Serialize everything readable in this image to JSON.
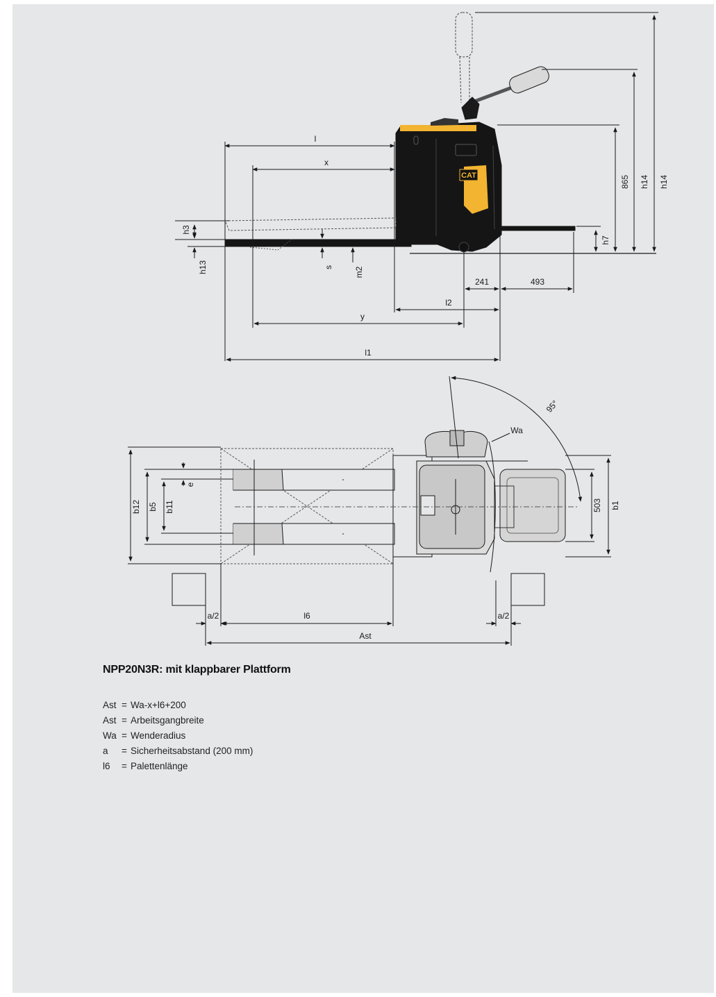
{
  "diagram": {
    "side_view_labels": {
      "l": "l",
      "x": "x",
      "h3": "h3",
      "h13": "h13",
      "s": "s",
      "m2": "m2",
      "h7": "h7",
      "d865": "865",
      "h14_a": "h14",
      "h14_b": "h14",
      "d241": "241",
      "d493": "493",
      "l2": "l2",
      "y": "y",
      "l1": "l1",
      "logo": "CAT"
    },
    "top_view_labels": {
      "angle": "95°",
      "wa": "Wa",
      "b12": "b12",
      "b5": "b5",
      "b11": "b11",
      "e": "e",
      "d503": "503",
      "b1": "b1",
      "a2_left": "a/2",
      "a2_right": "a/2",
      "l6": "l6",
      "ast": "Ast"
    }
  },
  "title": "NPP20N3R: mit klappbarer Plattform",
  "legend": [
    {
      "symbol": "Ast",
      "eq": "=",
      "text": "Wa-x+l6+200"
    },
    {
      "symbol": "Ast",
      "eq": "=",
      "text": "Arbeitsgangbreite"
    },
    {
      "symbol": "Wa",
      "eq": "=",
      "text": "Wenderadius"
    },
    {
      "symbol": "a",
      "eq": "=",
      "text": "Sicherheitsabstand (200 mm)"
    },
    {
      "symbol": "l6",
      "eq": "=",
      "text": "Palettenlänge"
    }
  ],
  "colors": {
    "background": "#e6e7e9",
    "machine_body": "#151515",
    "accent_yellow": "#f2b431",
    "line": "#1a1a1a"
  }
}
